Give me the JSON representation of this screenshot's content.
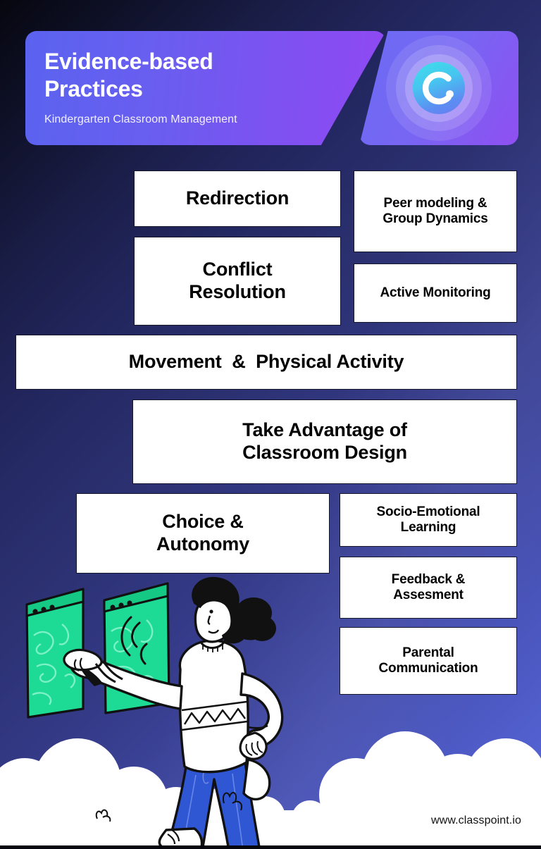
{
  "header": {
    "title_line1": "Evidence-based",
    "title_line2": "Practices",
    "subtitle": "Kindergarten Classroom Management",
    "logo_mark": "C.",
    "logo_icon_name": "classpoint-logo-icon",
    "banner_gradient_from": "#5a63ef",
    "banner_gradient_to": "#9049f2"
  },
  "cards": [
    {
      "id": "redirection",
      "lines": [
        "Redirection"
      ],
      "font_size": 27
    },
    {
      "id": "peer-modeling",
      "lines": [
        "Peer modeling &",
        "Group Dynamics"
      ],
      "font_size": 19
    },
    {
      "id": "conflict-resolution",
      "lines": [
        "Conflict",
        "Resolution"
      ],
      "font_size": 27
    },
    {
      "id": "active-monitoring",
      "lines": [
        "Active Monitoring"
      ],
      "font_size": 19
    },
    {
      "id": "movement",
      "lines": [
        "Movement  &  Physical Activity"
      ],
      "font_size": 27
    },
    {
      "id": "classroom-design",
      "lines": [
        "Take Advantage of",
        "Classroom Design"
      ],
      "font_size": 27
    },
    {
      "id": "choice-autonomy",
      "lines": [
        "Choice &",
        "Autonomy"
      ],
      "font_size": 27
    },
    {
      "id": "socio-emotional",
      "lines": [
        "Socio-Emotional",
        "Learning"
      ],
      "font_size": 19
    },
    {
      "id": "feedback",
      "lines": [
        "Feedback &",
        "Assesment"
      ],
      "font_size": 19
    },
    {
      "id": "parental",
      "lines": [
        "Parental",
        "Communication"
      ],
      "font_size": 19
    }
  ],
  "footer": {
    "url": "www.classpoint.io"
  },
  "illustration": {
    "name": "woman-pointing-at-screens-illustration",
    "screen_color": "#1ddb94",
    "jeans_color": "#2f57d4",
    "cloud_color": "#ffffff",
    "cloud_shadow_color": "#c3c6f4"
  },
  "colors": {
    "background_dark": "#07070f",
    "background_light": "#5a68dc",
    "card_background": "#ffffff",
    "card_border": "#16172c",
    "card_text": "#000000"
  }
}
